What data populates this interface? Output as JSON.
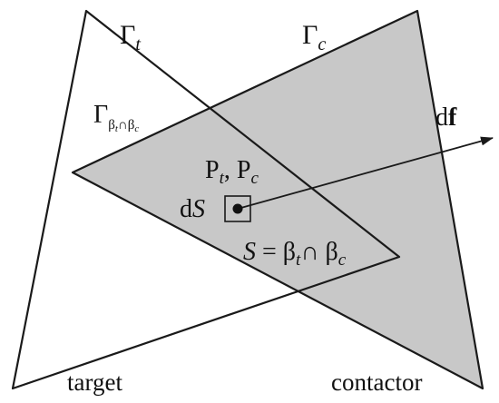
{
  "colors": {
    "contactor_fill": "#c8c8c8",
    "stroke": "#1a1a1a",
    "background": "#ffffff"
  },
  "labels": {
    "gamma_t": {
      "main": "Γ",
      "sub": "t"
    },
    "gamma_c": {
      "main": "Γ",
      "sub": "c"
    },
    "gamma_intersection": {
      "main": "Γ",
      "sub": "β",
      "sub_i": "t",
      "sub_cap": "∩",
      "sub_b2": "β",
      "sub_c": "c"
    },
    "points": {
      "p1": "P",
      "p1_sub": "t",
      "sep": ", ",
      "p2": "P",
      "p2_sub": "c"
    },
    "ds": {
      "d": "d",
      "s": "S"
    },
    "surface": {
      "s": "S",
      "eq": " = β",
      "t": "t",
      "cap": "∩ β",
      "c": "c"
    },
    "force": {
      "d": "d",
      "f": "f"
    },
    "target": "target",
    "contactor": "contactor"
  }
}
